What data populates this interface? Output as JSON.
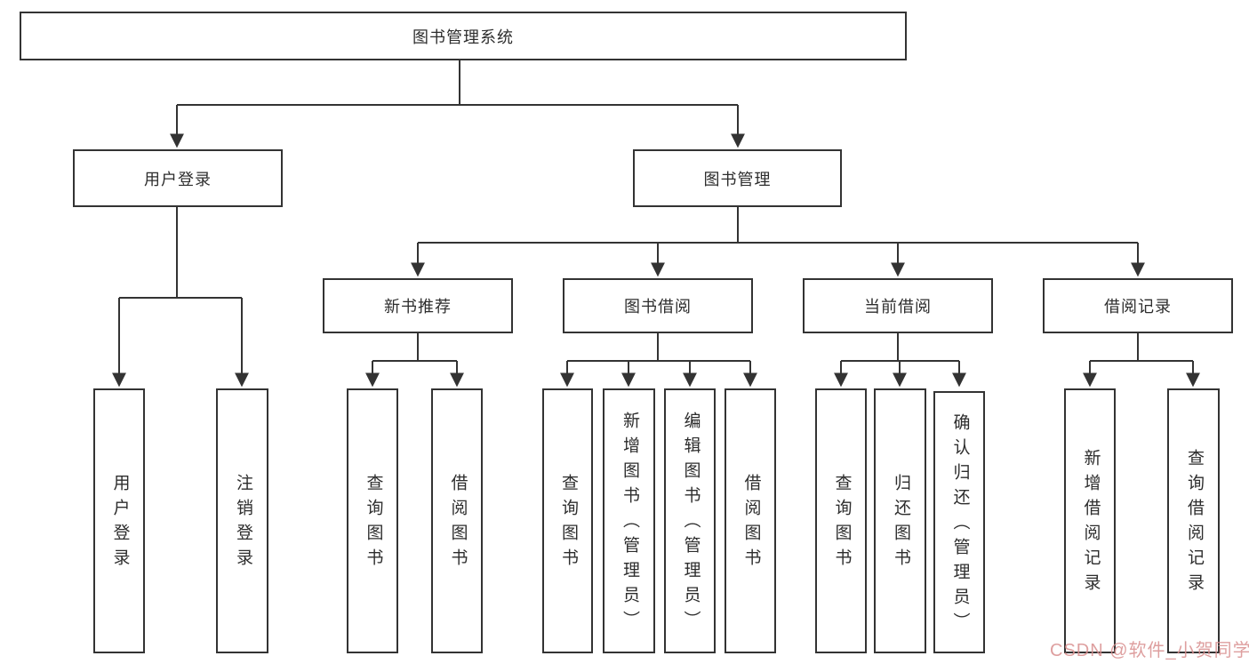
{
  "tree": {
    "label": "图书管理系统",
    "children": [
      {
        "label": "用户登录",
        "children": [
          {
            "label": "用户登录"
          },
          {
            "label": "注销登录"
          }
        ]
      },
      {
        "label": "图书管理",
        "children": [
          {
            "label": "新书推荐",
            "children": [
              {
                "label": "查询图书"
              },
              {
                "label": "借阅图书"
              }
            ]
          },
          {
            "label": "图书借阅",
            "children": [
              {
                "label": "查询图书"
              },
              {
                "label": "新增图书（管理员）"
              },
              {
                "label": "编辑图书（管理员）"
              },
              {
                "label": "借阅图书"
              }
            ]
          },
          {
            "label": "当前借阅",
            "children": [
              {
                "label": "查询图书"
              },
              {
                "label": "归还图书"
              },
              {
                "label": "确认归还（管理员）"
              }
            ]
          },
          {
            "label": "借阅记录",
            "children": [
              {
                "label": "新增借阅记录"
              },
              {
                "label": "查询借阅记录"
              }
            ]
          }
        ]
      }
    ]
  },
  "watermark": {
    "text": "CSDN @软件_小贺同学"
  },
  "colors": {
    "line": "#333333",
    "box_border": "#333333",
    "text": "#2d2d2d",
    "watermark": "#d98f8f",
    "background": "#ffffff"
  }
}
